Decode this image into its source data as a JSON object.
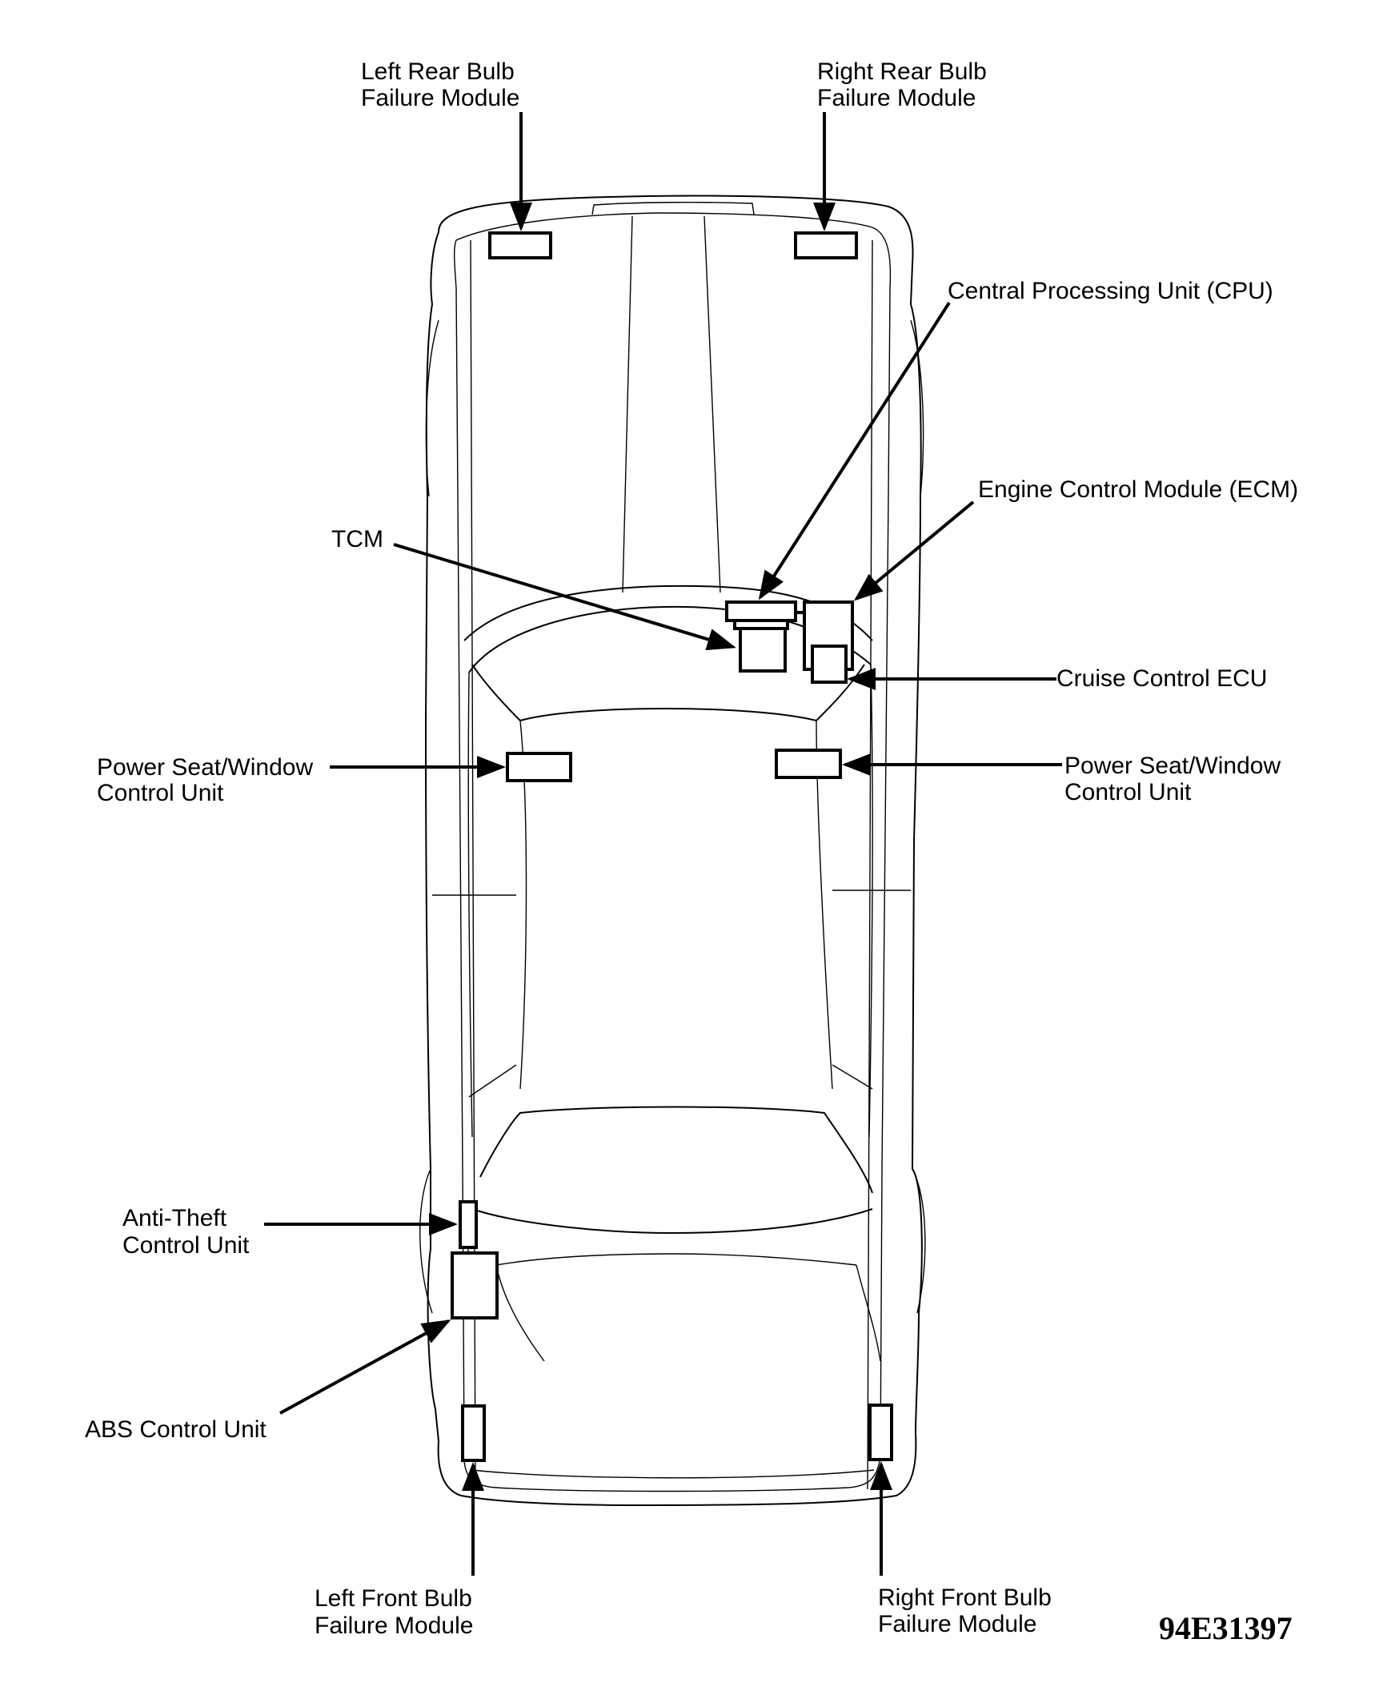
{
  "labels": {
    "left_rear_bulb": [
      "Left Rear Bulb",
      "Failure Module"
    ],
    "right_rear_bulb": [
      "Right Rear Bulb",
      "Failure Module"
    ],
    "cpu": [
      "Central Processing Unit (CPU)"
    ],
    "ecm": [
      "Engine Control Module (ECM)"
    ],
    "tcm": [
      "TCM"
    ],
    "cruise_ecu": [
      "Cruise Control ECU"
    ],
    "left_power_seat": [
      "Power Seat/Window",
      "Control Unit"
    ],
    "right_power_seat": [
      "Power Seat/Window",
      "Control Unit"
    ],
    "anti_theft": [
      "Anti-Theft",
      "Control Unit"
    ],
    "abs": [
      "ABS Control Unit"
    ],
    "left_front_bulb": [
      "Left Front Bulb",
      "Failure Module"
    ],
    "right_front_bulb": [
      "Right Front Bulb",
      "Failure Module"
    ]
  },
  "figure_code": "94E31397"
}
